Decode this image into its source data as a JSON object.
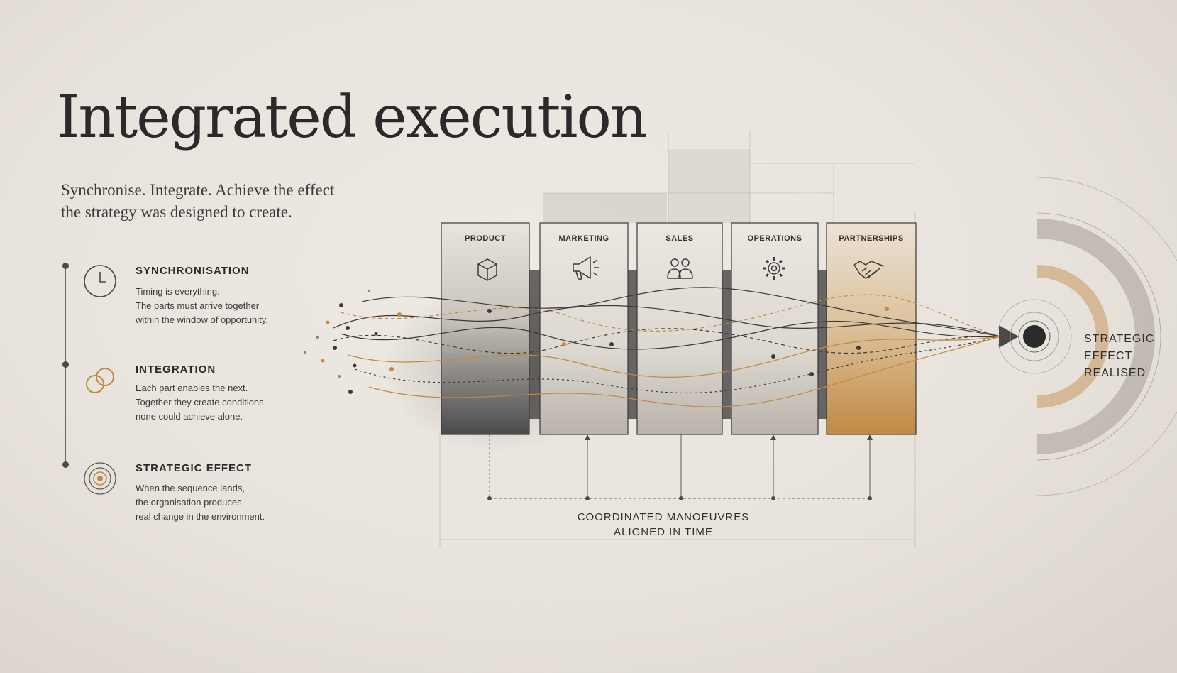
{
  "title": "Integrated execution",
  "subtitle": {
    "line1": "Synchronise. Integrate. Achieve the effect",
    "line2": "the strategy was designed to create."
  },
  "pillars": [
    {
      "title": "SYNCHRONISATION",
      "icon": "clock-icon",
      "lines": [
        "Timing is everything.",
        "The parts must arrive together",
        "within the window of opportunity."
      ]
    },
    {
      "title": "INTEGRATION",
      "icon": "linked-rings-icon",
      "lines": [
        "Each part enables the next.",
        "Together they create conditions",
        "none could achieve alone."
      ]
    },
    {
      "title": "STRATEGIC EFFECT",
      "icon": "target-icon",
      "lines": [
        "When the sequence lands,",
        "the organisation produces",
        "real change in the environment."
      ]
    }
  ],
  "columns": [
    {
      "label": "PRODUCT",
      "icon": "cube-icon"
    },
    {
      "label": "MARKETING",
      "icon": "megaphone-icon"
    },
    {
      "label": "SALES",
      "icon": "people-icon"
    },
    {
      "label": "OPERATIONS",
      "icon": "gear-icon"
    },
    {
      "label": "PARTNERSHIPS",
      "icon": "handshake-icon"
    }
  ],
  "footer": {
    "line1": "COORDINATED MANOEUVRES",
    "line2": "ALIGNED IN TIME"
  },
  "effect": {
    "line1": "STRATEGIC",
    "line2": "EFFECT",
    "line3": "REALISED"
  },
  "colors": {
    "accent": "#c08a45",
    "ink": "#2c2c2c",
    "paper": "#ebe6df"
  }
}
